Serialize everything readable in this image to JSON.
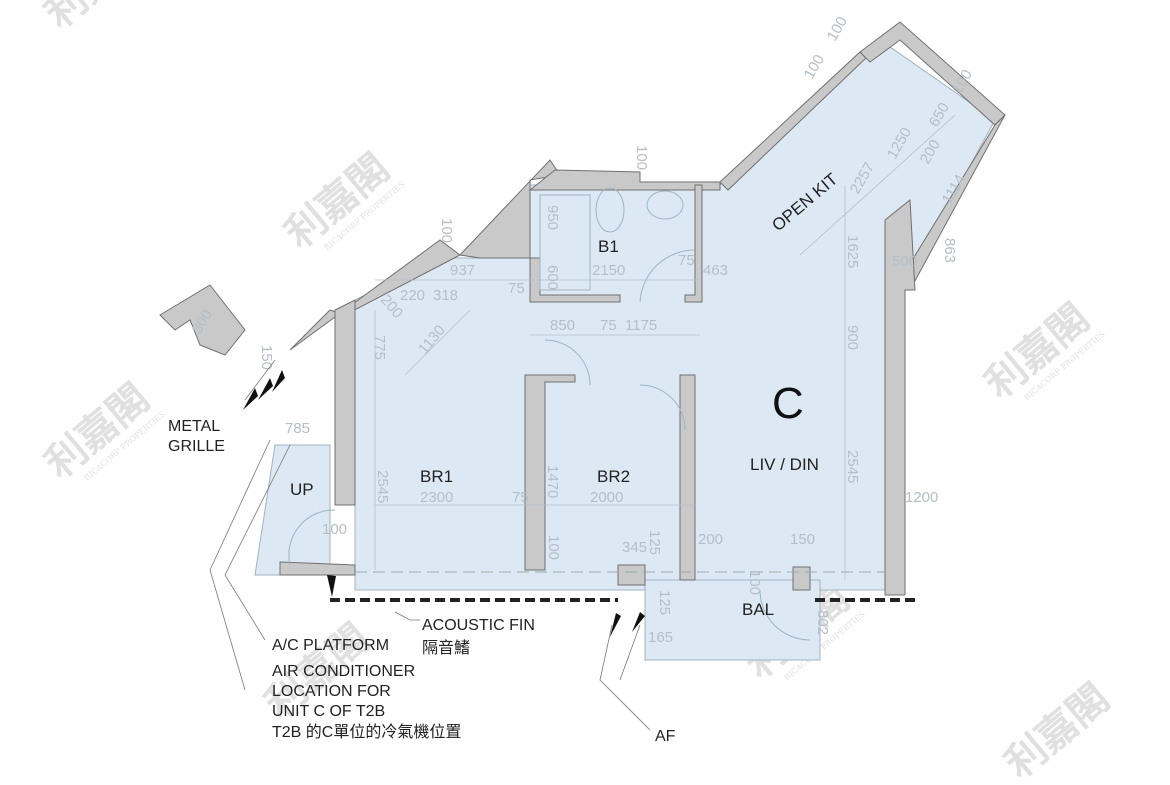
{
  "unit_label": "C",
  "rooms": {
    "b1": "B1",
    "open_kit": "OPEN KIT",
    "br1": "BR1",
    "br2": "BR2",
    "liv_din": "LIV / DIN",
    "bal": "BAL",
    "up": "UP"
  },
  "notes": {
    "metal_grille": [
      "METAL",
      "GRILLE"
    ],
    "acoustic_fin": "ACOUSTIC FIN",
    "acoustic_fin_zh": "隔音鰭",
    "ac_platform": "A/C PLATFORM",
    "ac_location": [
      "AIR CONDITIONER",
      "LOCATION FOR",
      "UNIT C OF T2B",
      "T2B 的C單位的冷氣機位置"
    ],
    "af": "AF"
  },
  "dimensions": [
    "937",
    "220",
    "318",
    "75",
    "2150",
    "75",
    "463",
    "950",
    "600",
    "100",
    "100",
    "200",
    "775",
    "1130",
    "850",
    "75",
    "1175",
    "2545",
    "2300",
    "75",
    "2000",
    "1470",
    "100",
    "345",
    "125",
    "200",
    "150",
    "100",
    "125",
    "165",
    "802",
    "1625",
    "900",
    "2545",
    "1200",
    "500",
    "863",
    "1114",
    "2257",
    "1250",
    "650",
    "200",
    "100",
    "785",
    "100",
    "150",
    "300",
    "100",
    "100"
  ],
  "watermark": {
    "name_zh": "利嘉閣",
    "name_en": "RICACORP PROPERTIES"
  },
  "colors": {
    "room_fill": "#dce9f4",
    "wall_fill": "#c9c9c9",
    "dimension_text": "#b4bec8"
  }
}
